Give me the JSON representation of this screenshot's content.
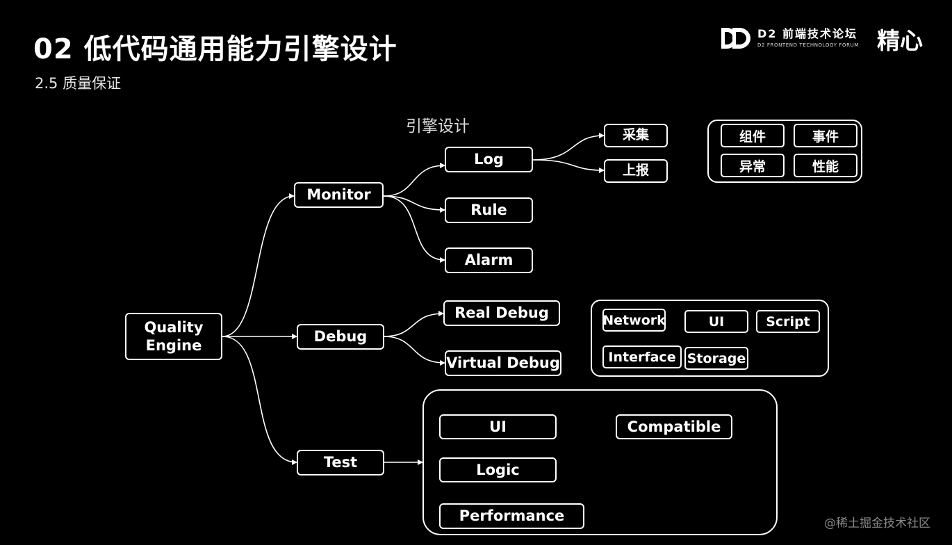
{
  "slide": {
    "title": "02 低代码通用能力引擎设计",
    "subtitle": "2.5 质量保证",
    "section_label": "引擎设计",
    "watermark": "@稀土掘金技术社区"
  },
  "branding": {
    "logo_icon": "d2-double-d-logo",
    "d2_name": "D2 前端技术论坛",
    "d2_tagline": "D2 FRONTEND TECHNOLOGY FORUM",
    "partner": "精心"
  },
  "diagram": {
    "root": {
      "label_line1": "Quality",
      "label_line2": "Engine"
    },
    "monitor": {
      "label": "Monitor",
      "children": {
        "log": "Log",
        "rule": "Rule",
        "alarm": "Alarm"
      },
      "log_children": {
        "collect": "采集",
        "report": "上报"
      },
      "log_tags": [
        "组件",
        "事件",
        "异常",
        "性能"
      ]
    },
    "debug": {
      "label": "Debug",
      "children": {
        "real": "Real Debug",
        "virtual": "Virtual Debug"
      },
      "tags": [
        "Network",
        "UI",
        "Script",
        "Interface",
        "Storage"
      ]
    },
    "test": {
      "label": "Test",
      "children": [
        "UI",
        "Compatible",
        "Logic",
        "Performance"
      ]
    }
  }
}
